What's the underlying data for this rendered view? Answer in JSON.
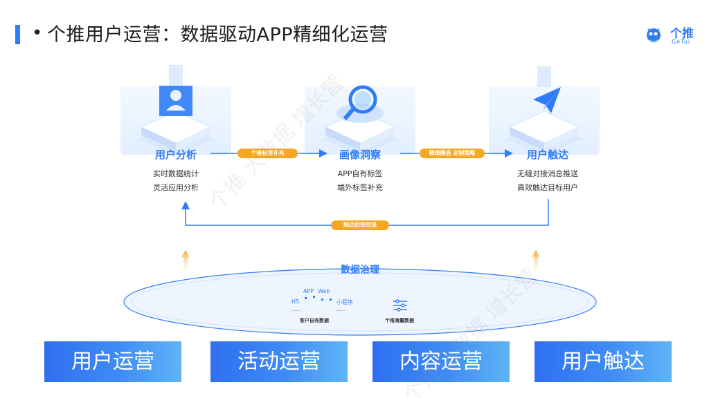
{
  "header": {
    "bullet": "•",
    "title": "个推用户运营：数据驱动APP精细化运营"
  },
  "logo": {
    "cn": "个推",
    "en": "GeTui"
  },
  "stages": [
    {
      "label": "用户分析",
      "desc": [
        "实时数据统计",
        "灵活应用分析"
      ]
    },
    {
      "label": "画像洞察",
      "desc": [
        "APP自有标签",
        "端外标签补充"
      ]
    },
    {
      "label": "用户触达",
      "desc": [
        "无缝对接消息推送",
        "高效触达目标用户"
      ]
    }
  ],
  "flow_pills": {
    "analysis_to_insight": "个推标签补充",
    "insight_to_reach": "精细圈选 定制策略",
    "feedback": "触达后效回流"
  },
  "governance": {
    "title": "数据治理",
    "sources": [
      "APP",
      "Web",
      "H5",
      "小程序"
    ],
    "dots": "......",
    "client_caption": "客户自有数据",
    "getui_caption": "个推海量数据"
  },
  "operations": [
    "用户运营",
    "活动运营",
    "内容运营",
    "用户触达"
  ],
  "watermark": "个推 大数据 增长营",
  "colors": {
    "accent": "#2f7cf6",
    "pill": "#f5a623",
    "button_from": "#2f6ff0",
    "button_to": "#5fb4f5"
  },
  "icons": [
    "user-profile-icon",
    "magnifier-icon",
    "paper-plane-icon",
    "filter-sliders-icon",
    "upload-arrow-icon"
  ]
}
